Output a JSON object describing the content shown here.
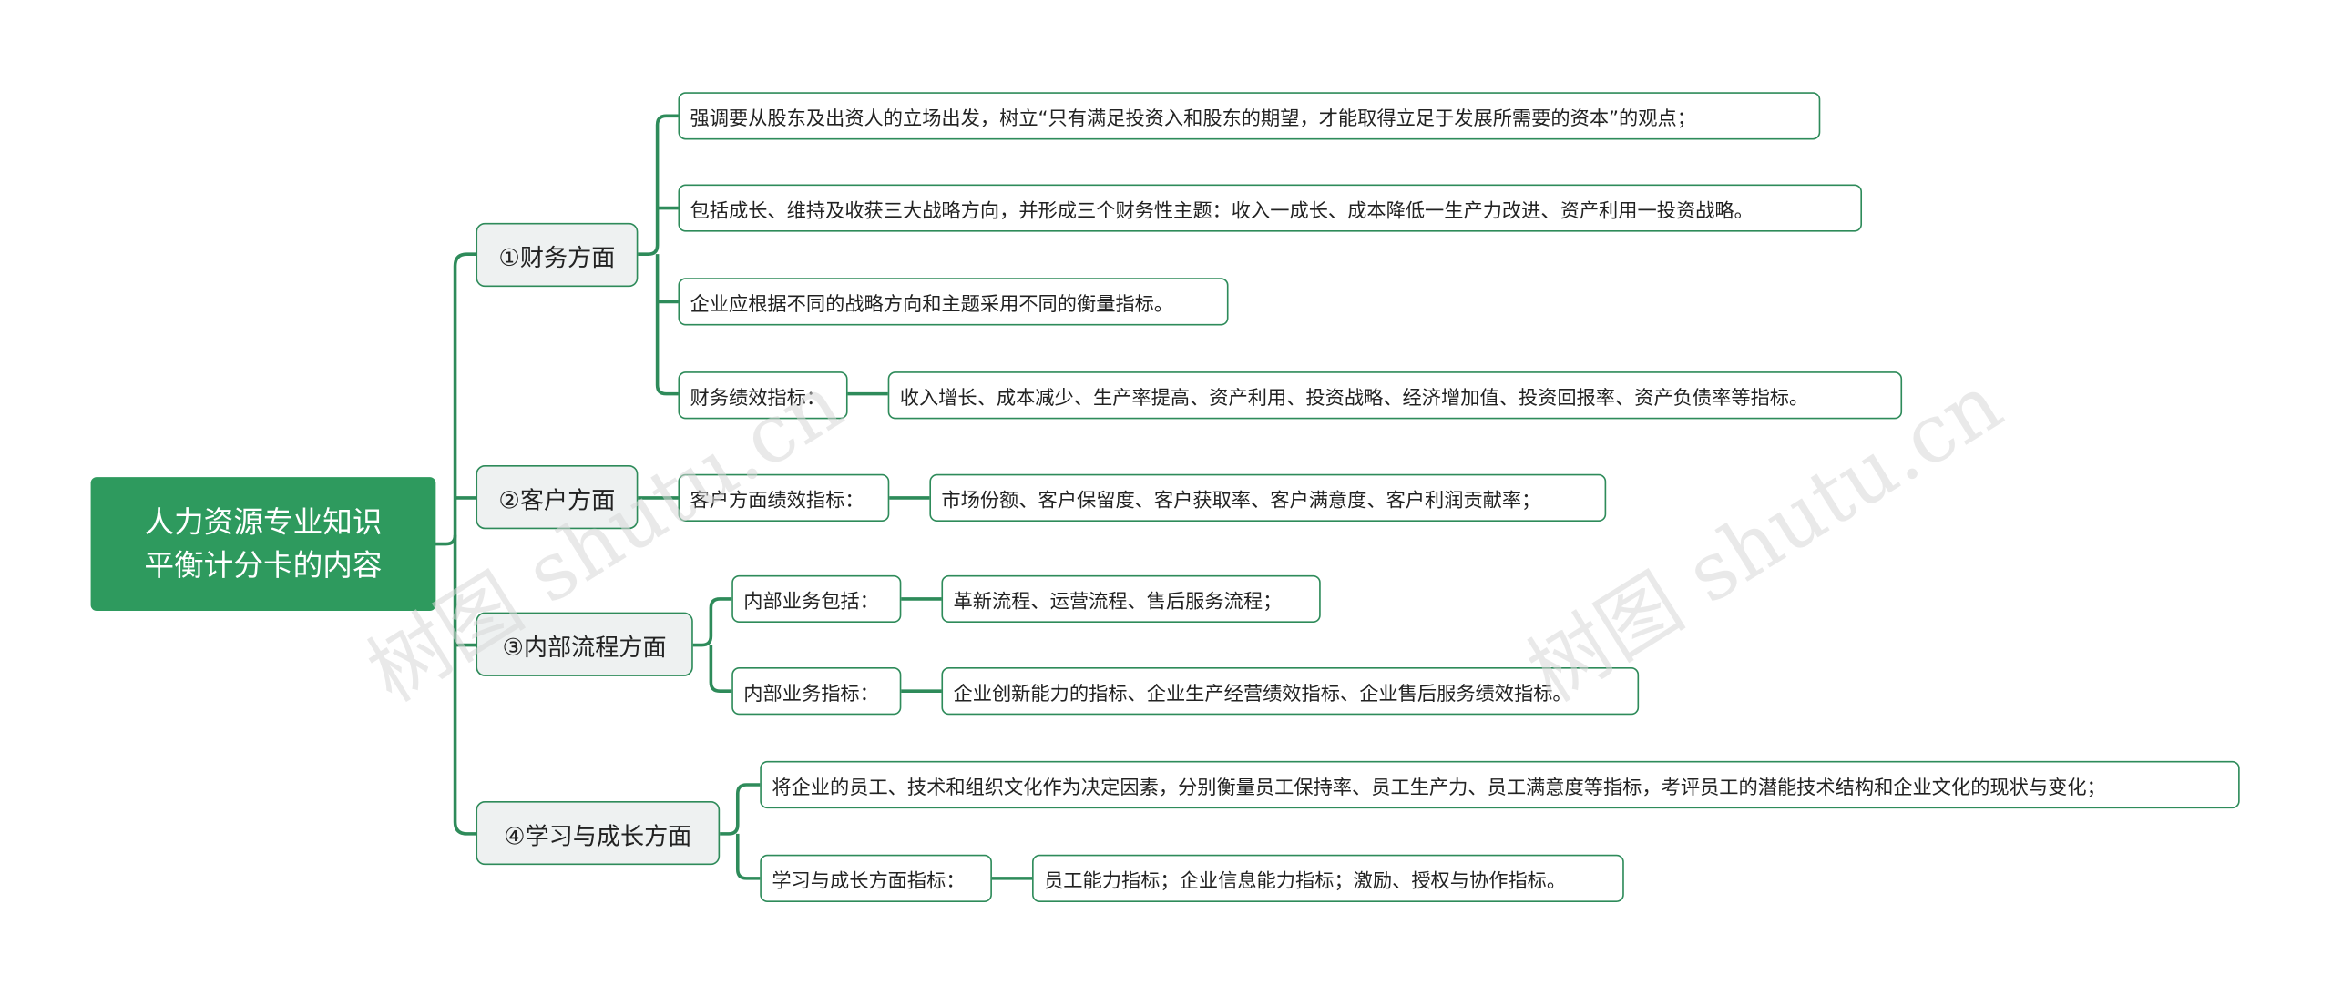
{
  "root": {
    "line1": "人力资源专业知识",
    "line2": "平衡计分卡的内容"
  },
  "branches": {
    "finance": {
      "label": "①财务方面",
      "items": [
        "强调要从股东及出资人的立场出发，树立“只有满足投资入和股东的期望，才能取得立足于发展所需要的资本”的观点；",
        "包括成长、维持及收获三大战略方向，并形成三个财务性主题：收入一成长、成本降低一生产力改进、资产利用一投资战略。",
        "企业应根据不同的战略方向和主题采用不同的衡量指标。"
      ],
      "metric_label": "财务绩效指标：",
      "metric_value": "收入增长、成本减少、生产率提高、资产利用、投资战略、经济增加值、投资回报率、资产负债率等指标。"
    },
    "customer": {
      "label": "②客户方面",
      "metric_label": "客户方面绩效指标：",
      "metric_value": "市场份额、客户保留度、客户获取率、客户满意度、客户利润贡献率；"
    },
    "process": {
      "label": "③内部流程方面",
      "include_label": "内部业务包括：",
      "include_value": "革新流程、运营流程、售后服务流程；",
      "metric_label": "内部业务指标：",
      "metric_value": "企业创新能力的指标、企业生产经营绩效指标、企业售后服务绩效指标。"
    },
    "growth": {
      "label": "④学习与成长方面",
      "item": "将企业的员工、技术和组织文化作为决定因素，分别衡量员工保持率、员工生产力、员工满意度等指标，考评员工的潜能技术结构和企业文化的现状与变化；",
      "metric_label": "学习与成长方面指标：",
      "metric_value": "员工能力指标；企业信息能力指标；激励、授权与协作指标。"
    }
  },
  "watermark": [
    "树图 shutu.cn",
    "树图 shutu.cn"
  ],
  "colors": {
    "accent": "#2e9a5e",
    "line": "#2e8b5a",
    "branch_fill": "#eef1f1"
  }
}
